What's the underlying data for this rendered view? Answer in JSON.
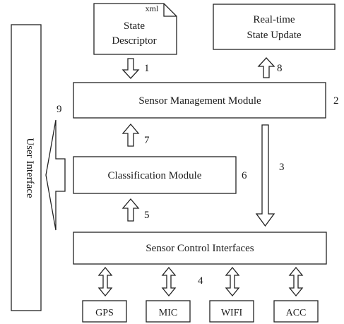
{
  "state_descriptor": {
    "tag": "xml",
    "line1": "State",
    "line2": "Descriptor"
  },
  "realtime_update": {
    "line1": "Real-time",
    "line2": "State Update"
  },
  "user_interface": "User Interface",
  "sensor_management": "Sensor Management Module",
  "classification": "Classification Module",
  "sensor_control": "Sensor Control Interfaces",
  "sensors": [
    "GPS",
    "MIC",
    "WIFI",
    "ACC"
  ],
  "numbers": {
    "n1": "1",
    "n2": "2",
    "n3": "3",
    "n4": "4",
    "n5": "5",
    "n6": "6",
    "n7": "7",
    "n8": "8",
    "n9": "9"
  }
}
